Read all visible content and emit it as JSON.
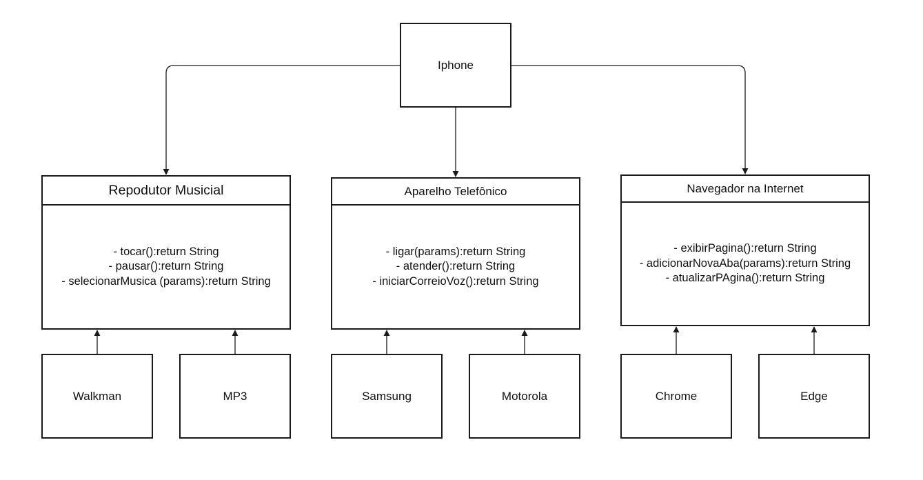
{
  "root": {
    "label": "Iphone"
  },
  "classes": [
    {
      "name": "Repodutor Musicial",
      "methods": [
        "- tocar():return String",
        "- pausar():return String",
        "- selecionarMusica (params):return String"
      ],
      "children": [
        "Walkman",
        "MP3"
      ]
    },
    {
      "name": "Aparelho Telefônico",
      "methods": [
        "- ligar(params):return String",
        "- atender():return String",
        "- iniciarCorreioVoz():return String"
      ],
      "children": [
        "Samsung",
        "Motorola"
      ]
    },
    {
      "name": "Navegador na Internet",
      "methods": [
        "- exibirPagina():return String",
        "- adicionarNovaAba(params):return String",
        "- atualizarPAgina():return String"
      ],
      "children": [
        "Chrome",
        "Edge"
      ]
    }
  ]
}
